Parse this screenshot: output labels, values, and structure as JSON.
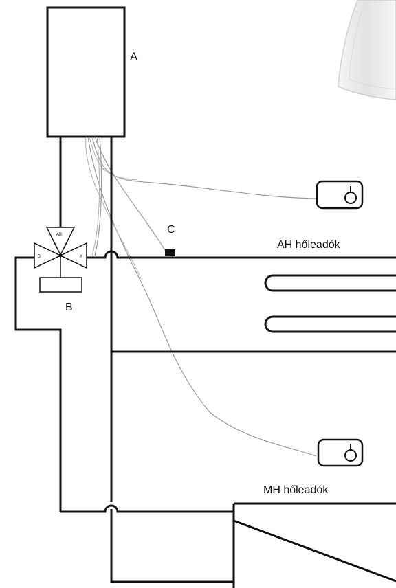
{
  "labels": {
    "boiler": "A",
    "valve_actuator": "B",
    "sensor": "C",
    "valve_port_ab": "AB",
    "valve_port_a": "A",
    "valve_port_b": "B",
    "upper_circuit": "AH hőleadók",
    "lower_circuit": "MH hőleadók"
  },
  "icons": {
    "upper_thermostat": "thermostat-icon",
    "lower_thermostat": "thermostat-icon"
  },
  "colors": {
    "pipe": "#111111",
    "wire": "#9a9a9a",
    "background": "#ffffff"
  }
}
